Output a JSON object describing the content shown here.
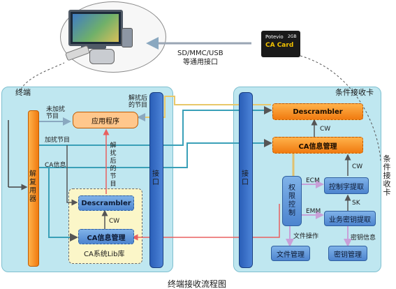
{
  "terminal": {
    "title": "终端",
    "demux": "解复用器",
    "app": "应用程序",
    "interface": "接口",
    "descrambler": "Descrambler",
    "ca_mgmt": "CA信息管理",
    "lib_label": "CA系统Lib库",
    "cw": "CW",
    "label_unscrambled": "未加扰节目",
    "label_scrambled": "加扰节目",
    "label_ca_info": "CA信息",
    "label_descrambled_top": "解扰后的节目",
    "label_descrambled_mid": "解扰后的节目"
  },
  "card": {
    "title": "条件接收卡",
    "side_title": "条件接收卡",
    "interface": "接口",
    "descrambler": "Descrambler",
    "ca_mgmt": "CA信息管理",
    "cw_top": "CW",
    "cw_right": "CW",
    "access": "权限控制",
    "ecm": "ECM",
    "emm": "EMM",
    "cw_extract": "控制字提取",
    "sk": "SK",
    "sk_extract": "业务密钥提取",
    "key_info": "密钥信息",
    "file_op": "文件操作",
    "file_mgmt": "文件管理",
    "key_mgmt": "密钥管理"
  },
  "top": {
    "interface_line1": "SD/MMC/USB",
    "interface_line2": "等通用接口",
    "card_brand": "Potevio",
    "card_name": "CA Card",
    "card_size": "2GB"
  },
  "caption": "终端接收流程图"
}
